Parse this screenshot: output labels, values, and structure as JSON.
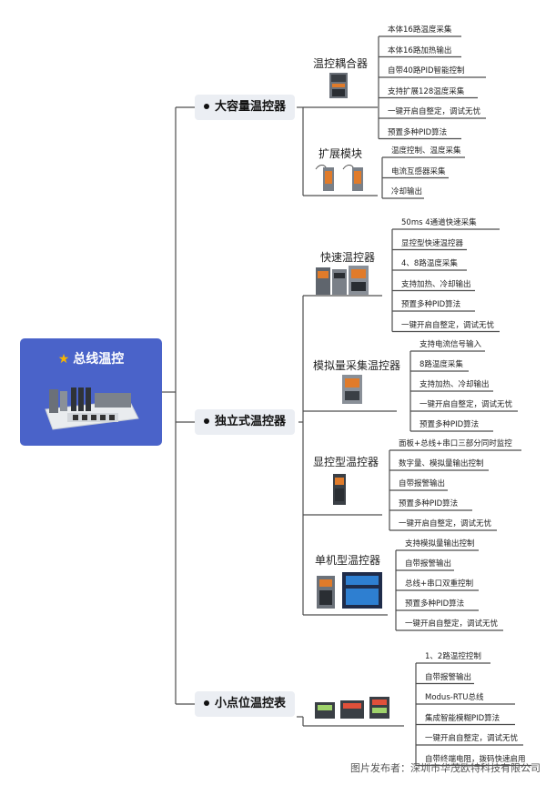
{
  "root": {
    "title": "总线温控",
    "icon": "star-icon",
    "accent": "#4a63c9",
    "star_color": "#f7b500"
  },
  "branches": [
    {
      "label": "大容量温控器",
      "groups": [
        {
          "label": "温控耦合器",
          "items": [
            "本体16路温度采集",
            "本体16路加热输出",
            "自带40路PID智能控制",
            "支持扩展128温度采集",
            "一键开启自整定，调试无忧",
            "预置多种PID算法"
          ]
        },
        {
          "label": "扩展模块",
          "items": [
            "温度控制、温度采集",
            "电流互感器采集",
            "冷却输出"
          ]
        }
      ]
    },
    {
      "label": "独立式温控器",
      "groups": [
        {
          "label": "快速温控器",
          "items": [
            "50ms 4通道快速采集",
            "显控型快速温控器",
            "4、8路温度采集",
            "支持加热、冷却输出",
            "预置多种PID算法",
            "一键开启自整定，调试无忧"
          ]
        },
        {
          "label": "模拟量采集温控器",
          "items": [
            "支持电流信号输入",
            "8路温度采集",
            "支持加热、冷却输出",
            "一键开启自整定，调试无忧",
            "预置多种PID算法"
          ]
        },
        {
          "label": "显控型温控器",
          "items": [
            "面板+总线+串口三部分同时监控",
            "数字量、模拟量输出控制",
            "自带报警输出",
            "预置多种PID算法",
            "一键开启自整定，调试无忧"
          ]
        },
        {
          "label": "单机型温控器",
          "items": [
            "支持模拟量输出控制",
            "自带报警输出",
            "总线+串口双重控制",
            "预置多种PID算法",
            "一键开启自整定，调试无忧"
          ]
        }
      ]
    },
    {
      "label": "小点位温控表",
      "groups": [
        {
          "label": "",
          "items": [
            "1、2路温控控制",
            "自带报警输出",
            "Modus-RTU总线",
            "集成智能模糊PID算法",
            "一键开启自整定，调试无忧",
            "自带终端电阻，拨码快速启用"
          ]
        }
      ]
    }
  ],
  "watermark": "图片发布者：深圳市华茂欧特科技有限公司",
  "line_color": "#4d4d4d"
}
